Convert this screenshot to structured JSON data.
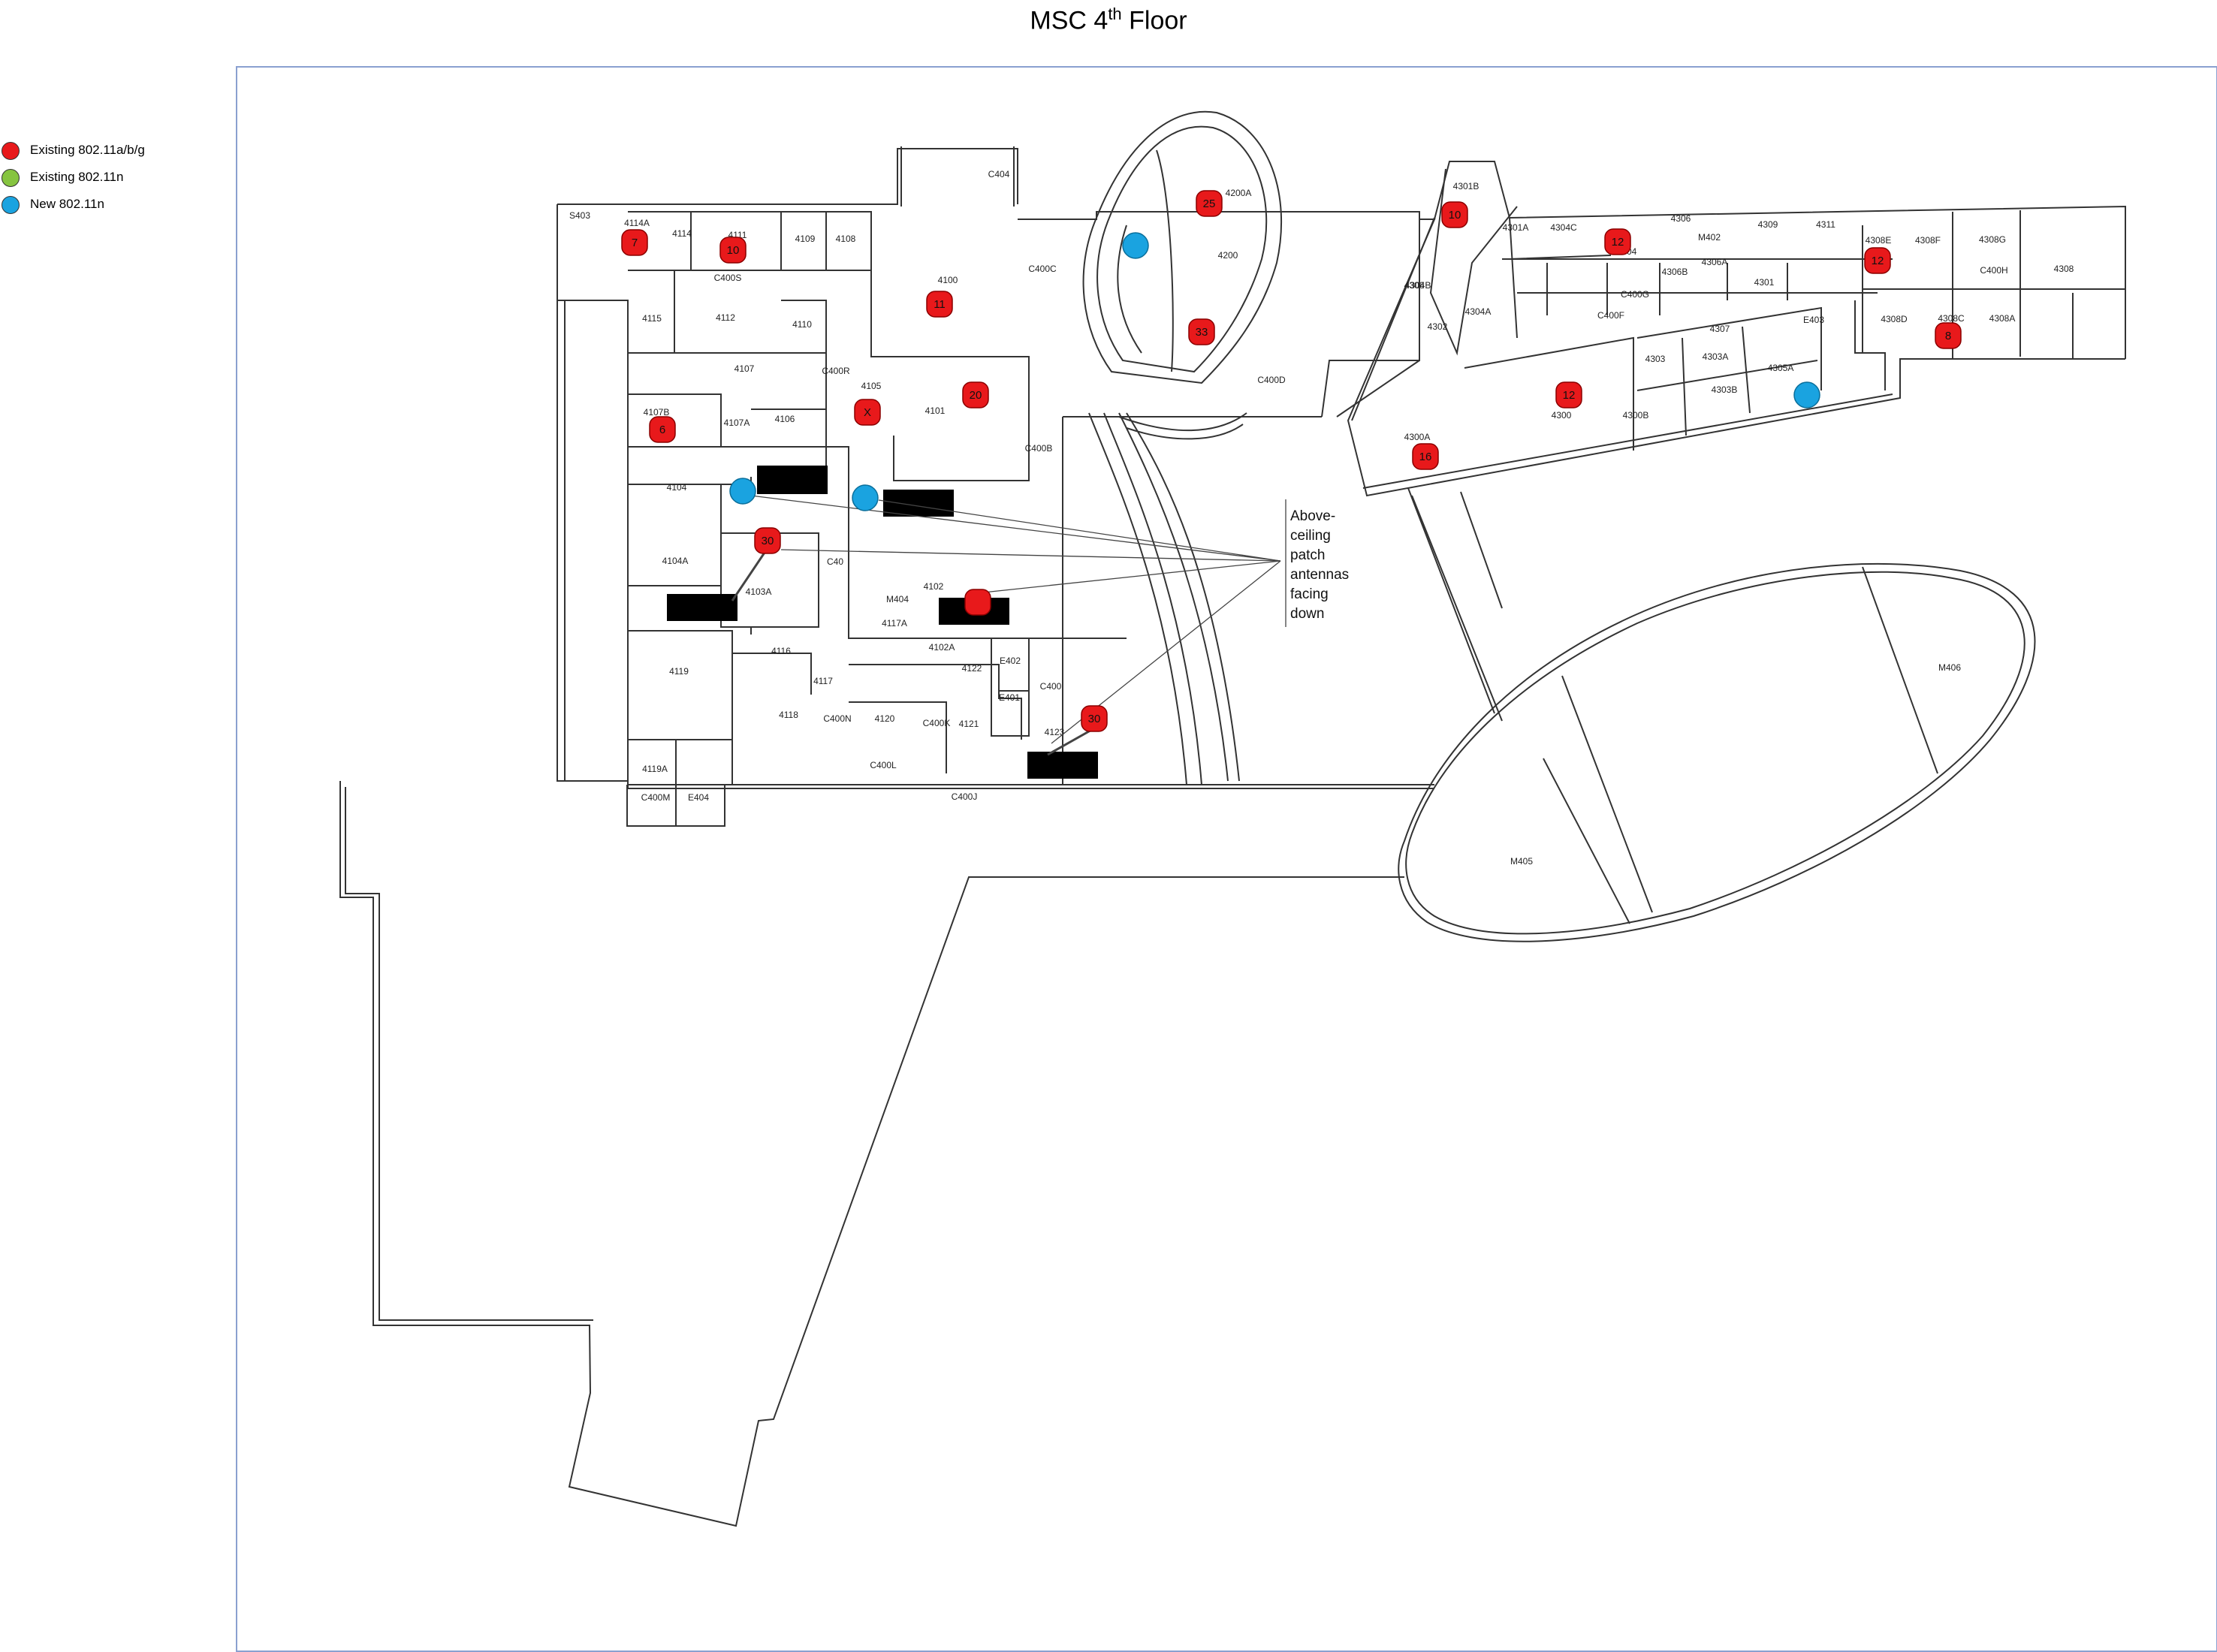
{
  "title": {
    "main": "MSC 4",
    "sup": "th",
    "rest": " Floor"
  },
  "legend": [
    {
      "label": "Existing 802.11a/b/g",
      "color": "#e8191b"
    },
    {
      "label": "Existing 802.11n",
      "color": "#86c440"
    },
    {
      "label": "New 802.11n",
      "color": "#1aa3e0"
    }
  ],
  "note_lines": [
    "Above-",
    "ceiling",
    "patch",
    "antennas",
    "facing",
    "down"
  ],
  "rooms": [
    "S403",
    "4114A",
    "4114",
    "4111",
    "4109",
    "4108",
    "C404",
    "4100",
    "C400C",
    "4200A",
    "4200",
    "4301B",
    "4301A",
    "4304C",
    "4304",
    "4306",
    "M402",
    "4309",
    "4311",
    "4308E",
    "4308F",
    "4308G",
    "4308",
    "C400S",
    "4115",
    "4112",
    "4110",
    "C400H",
    "4306B",
    "4306A",
    "4301",
    "4304B",
    "C400G",
    "4306",
    "C400F",
    "4304A",
    "4302",
    "4307",
    "E403",
    "4305A",
    "4303",
    "4303A",
    "4303B",
    "4300",
    "4300B",
    "4300A",
    "4308D",
    "4308C",
    "4308A",
    "4107",
    "C400R",
    "4105",
    "4101",
    "4107B",
    "4107A",
    "4106",
    "C400B",
    "C400D",
    "4104",
    "4104A",
    "C40",
    "4103A",
    "M404",
    "4102",
    "4117A",
    "4116",
    "4102A",
    "4122",
    "E402",
    "E401",
    "4117",
    "4118",
    "C400N",
    "4120",
    "C400K",
    "4121",
    "4123",
    "C400",
    "4119",
    "4119A",
    "C400M",
    "E404",
    "C400L",
    "C400J",
    "M406",
    "M405"
  ],
  "access_points": [
    {
      "label": "7",
      "type": "existing_abg"
    },
    {
      "label": "10",
      "type": "existing_abg"
    },
    {
      "label": "11",
      "type": "existing_abg"
    },
    {
      "label": "20",
      "type": "existing_abg"
    },
    {
      "label": "6",
      "type": "existing_abg"
    },
    {
      "label": "30",
      "type": "existing_abg"
    },
    {
      "label": "",
      "type": "existing_abg"
    },
    {
      "label": "30",
      "type": "existing_abg"
    },
    {
      "label": "25",
      "type": "existing_abg"
    },
    {
      "label": "33",
      "type": "existing_abg"
    },
    {
      "label": "10",
      "type": "existing_abg"
    },
    {
      "label": "12",
      "type": "existing_abg"
    },
    {
      "label": "12",
      "type": "existing_abg"
    },
    {
      "label": "8",
      "type": "existing_abg"
    },
    {
      "label": "12",
      "type": "existing_abg"
    },
    {
      "label": "16",
      "type": "existing_abg"
    },
    {
      "label": "X",
      "type": "existing_abg"
    },
    {
      "label": "",
      "type": "new_n"
    },
    {
      "label": "",
      "type": "new_n"
    },
    {
      "label": "",
      "type": "new_n"
    },
    {
      "label": "",
      "type": "new_n"
    }
  ]
}
